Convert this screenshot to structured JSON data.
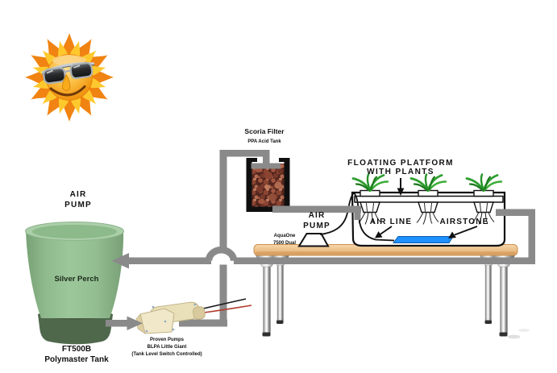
{
  "diagram_title": "Aquaponics system diagram",
  "colors": {
    "pipe_gray": "#8A8A8A",
    "airstone_blue": "#1E90FF",
    "fish_tank_green": "#93BE91",
    "fish_tank_base_green": "#4F684C",
    "scoria_brown": "#8B4432",
    "table_wood": "#EBBE87",
    "plant_green": "#2F9E2F",
    "sun_orange": "#F08312",
    "label_black": "#101010"
  },
  "icons": {
    "sun": "sun-with-sunglasses-icon"
  },
  "fish_tank": {
    "air_pump_label_lines": [
      "AIR",
      "PUMP"
    ],
    "contents_label": "Silver Perch",
    "model_lines": [
      "FT500B",
      "Polymaster Tank"
    ]
  },
  "transfer_pump": {
    "caption_lines": [
      "Proven Pumps",
      "BLPA Little Giant",
      "(Tank Level Switch Controlled)"
    ]
  },
  "scoria_filter": {
    "title": "Scoria Filter",
    "subtitle": "PPA Acid Tank"
  },
  "air_pump": {
    "label_lines": [
      "AIR",
      "PUMP"
    ],
    "model_lines": [
      "AquaOne",
      "7500 Dual"
    ]
  },
  "grow_bed": {
    "platform_label_lines": [
      "FLOATING PLATFORM",
      "WITH PLANTS"
    ],
    "air_line_label": "AIR LINE",
    "airstone_label": "AIRSTONE"
  }
}
